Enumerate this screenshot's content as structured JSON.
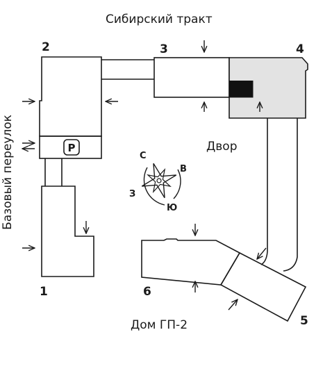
{
  "streets": {
    "north": "Сибирский тракт",
    "west": "Базовый переулок"
  },
  "buildings": [
    {
      "number": "1"
    },
    {
      "number": "2"
    },
    {
      "number": "3"
    },
    {
      "number": "4",
      "highlighted": true
    },
    {
      "number": "5"
    },
    {
      "number": "6"
    }
  ],
  "parking": {
    "symbol": "P"
  },
  "yard": "Двор",
  "compass": {
    "north": "С",
    "east": "В",
    "south": "Ю",
    "west": "З"
  },
  "house_caption": "Дом ГП-2",
  "colors": {
    "outline": "#1a1a1a",
    "highlight_fill": "#e3e3e3",
    "highlight_block": "#111111"
  }
}
